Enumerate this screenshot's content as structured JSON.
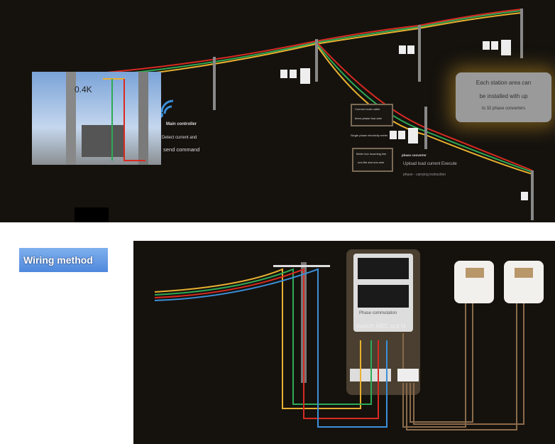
{
  "top": {
    "main_controller": "Main controller",
    "detect_line1": "Detect current and",
    "detect_line2": "send command",
    "note1_line1": "Connect main cable",
    "note1_line2": "three-phase four-wire",
    "single_phase_label": "Single phase electricity meter",
    "note2_line1": "Meter box incoming line",
    "note2_line2": "one-file and one-wire",
    "phase_converter": "phase converter",
    "upload_line1": "Upload load current Execute",
    "upload_line2": "phase - carrying instruction",
    "info_line1": "Each station area can",
    "info_line2": "be installed with up",
    "info_line3": "to 32 phase converters",
    "photo_label": "0.4K"
  },
  "wiring_button": "Wiring method",
  "bottom": {
    "phase_commutation": "Phase commutation",
    "switch_label": "switch ABC out N"
  },
  "colors": {
    "yellow": "#e8b030",
    "green": "#2faa55",
    "red": "#d82a22",
    "blue": "#3b8fd8",
    "brown": "#8a6a4a"
  }
}
